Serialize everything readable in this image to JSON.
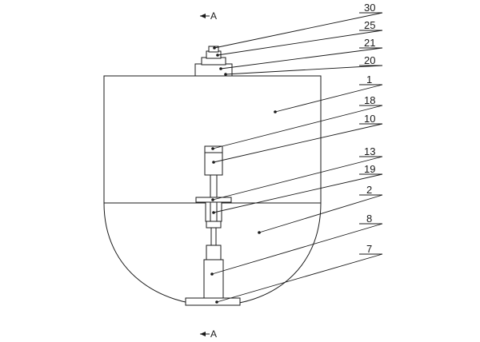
{
  "section_marks": {
    "top": "A",
    "bottom": "A"
  },
  "callouts": [
    {
      "label": "30"
    },
    {
      "label": "25"
    },
    {
      "label": "21"
    },
    {
      "label": "20"
    },
    {
      "label": "1"
    },
    {
      "label": "18"
    },
    {
      "label": "10"
    },
    {
      "label": "13"
    },
    {
      "label": "19"
    },
    {
      "label": "2"
    },
    {
      "label": "8"
    },
    {
      "label": "7"
    }
  ]
}
